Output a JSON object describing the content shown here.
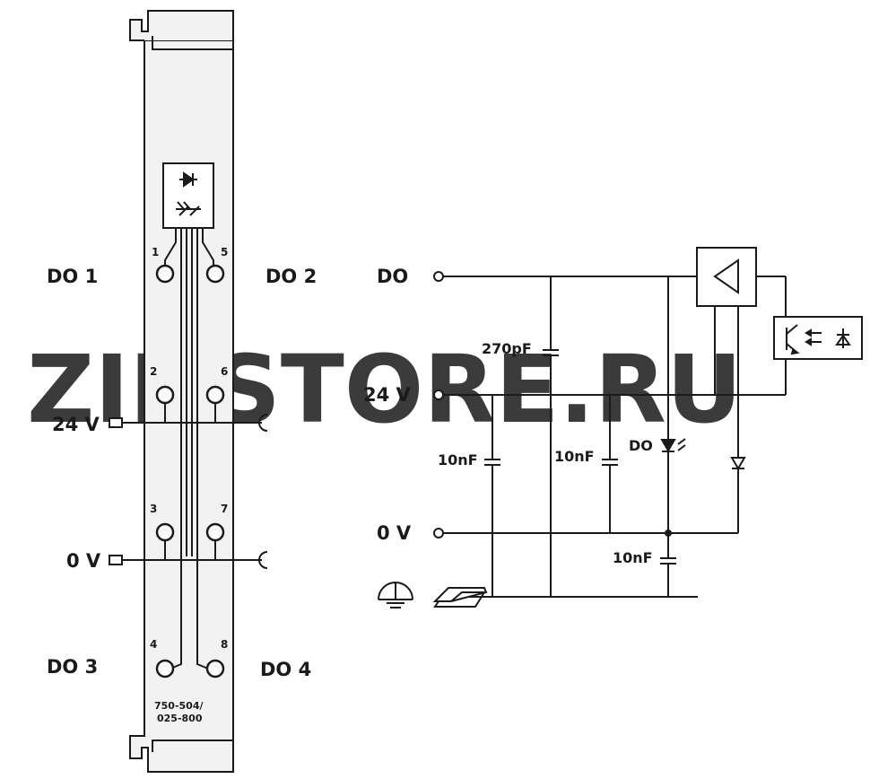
{
  "watermark": {
    "part1": "ZIP",
    "part2": "STORE.RU",
    "color1": "#f4b170",
    "color2": "#d8d8d8"
  },
  "module": {
    "part_number_line1": "750-504/",
    "part_number_line2": "025-800",
    "pins": [
      "1",
      "2",
      "3",
      "4",
      "5",
      "6",
      "7",
      "8"
    ]
  },
  "left_labels": {
    "do1": "DO 1",
    "do2": "DO 2",
    "do3": "DO 3",
    "do4": "DO 4",
    "v24": "24 V",
    "v0": "0 V"
  },
  "schematic": {
    "do": "DO",
    "v24": "24 V",
    "v0": "0 V",
    "cap_270": "270pF",
    "cap_10_a": "10nF",
    "cap_10_b": "10nF",
    "cap_10_c": "10nF",
    "led_label": "DO"
  },
  "colors": {
    "line": "#1a1a1a",
    "module_fill": "#f2f2f2"
  }
}
